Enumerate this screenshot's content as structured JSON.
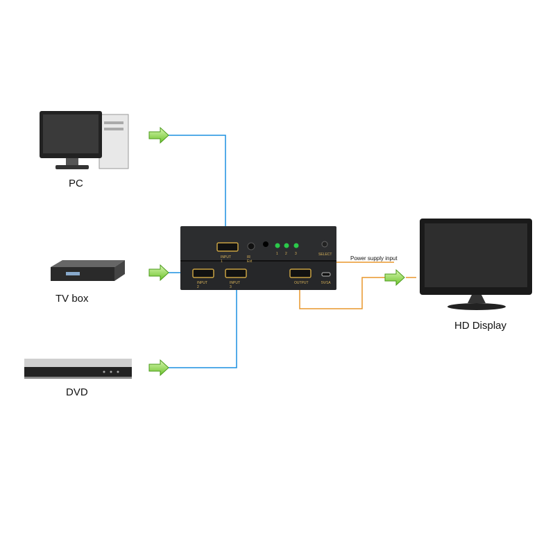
{
  "sources": [
    {
      "label": "PC"
    },
    {
      "label": "TV box"
    },
    {
      "label": "DVD"
    }
  ],
  "display": {
    "label": "HD Display"
  },
  "switch": {
    "top_ports": [
      "INPUT 1",
      "IR Ext",
      "1",
      "2",
      "3",
      "SELECT"
    ],
    "bottom_ports": [
      "INPUT 2",
      "INPUT 3",
      "OUTPUT",
      "5V/1A"
    ]
  },
  "power_label": "Power supply input",
  "colors": {
    "input_line": "#1a8fe0",
    "output_line": "#e8962a",
    "arrow": "#8fd84a"
  }
}
